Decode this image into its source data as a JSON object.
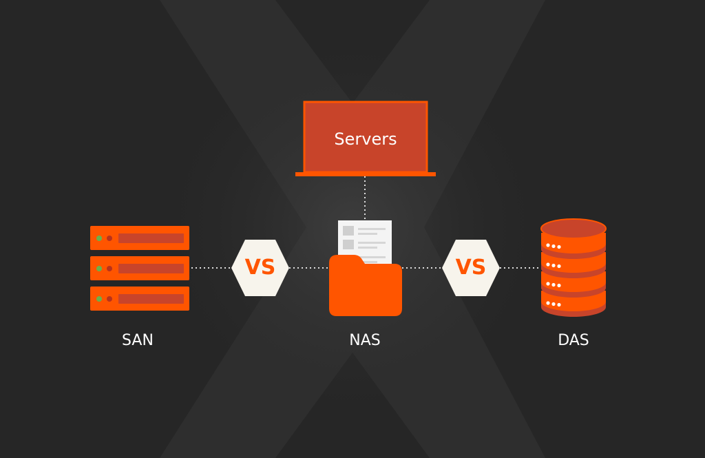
{
  "servers": {
    "label": "Servers"
  },
  "nodes": {
    "san": {
      "label": "SAN"
    },
    "nas": {
      "label": "NAS"
    },
    "das": {
      "label": "DAS"
    }
  },
  "comparisons": [
    {
      "label": "VS"
    },
    {
      "label": "VS"
    }
  ],
  "colors": {
    "background": "#262626",
    "accent": "#ff5500",
    "accent_dark": "#c8442a",
    "vs_badge": "#f7f4ec",
    "status_green": "#6ab04c",
    "status_red": "#b8321c",
    "text": "#ffffff"
  }
}
